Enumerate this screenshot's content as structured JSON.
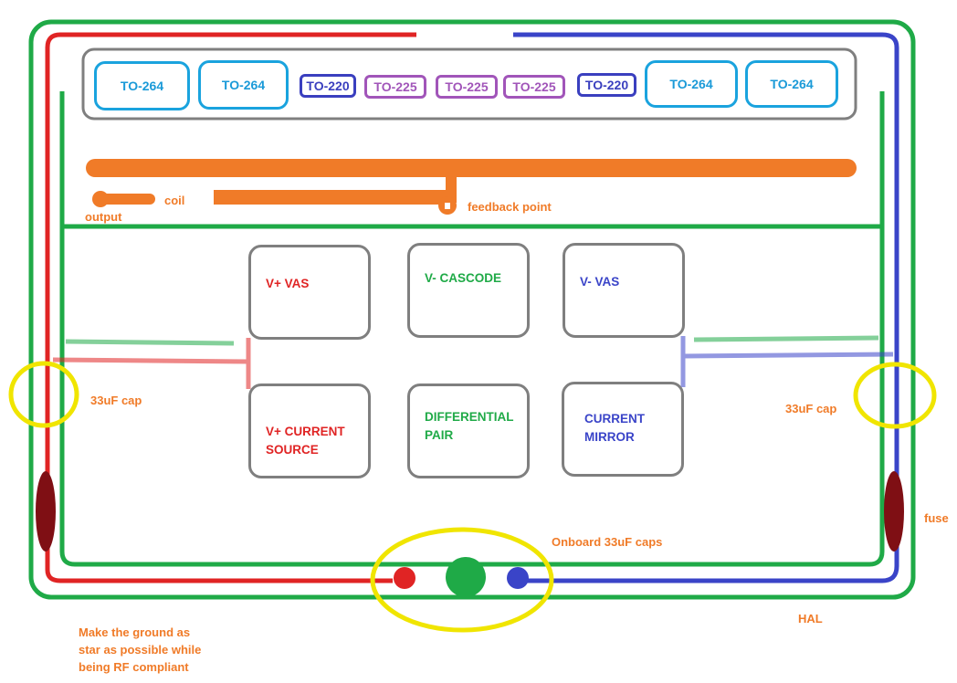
{
  "packages": {
    "p1": "TO-264",
    "p2": "TO-264",
    "p3": "TO-220",
    "p4": "TO-225",
    "p5": "TO-225",
    "p6": "TO-225",
    "p7": "TO-220",
    "p8": "TO-264",
    "p9": "TO-264"
  },
  "blocks": {
    "vplus_vas": "V+ VAS",
    "vminus_cascode": "V- CASCODE",
    "vminus_vas": "V- VAS",
    "vplus_current_source": "V+ CURRENT\nSOURCE",
    "differential_pair": "DIFFERENTIAL\nPAIR",
    "current_mirror": "CURRENT\nMIRROR"
  },
  "labels": {
    "coil": "coil",
    "output": "output",
    "feedback_point": "feedback point",
    "cap_left": "33uF cap",
    "cap_right": "33uF cap",
    "fuse": "fuse",
    "onboard_caps": "Onboard 33uF caps",
    "hal": "HAL",
    "note": "Make the ground as\nstar as possible while\nbeing RF compliant"
  },
  "colors": {
    "ground": "#1faa47",
    "positive_rail": "#e02424",
    "negative_rail": "#3a44c8",
    "annotation": "#f07b28",
    "cap_marker": "#f0e500",
    "fuse": "#7f0f14",
    "outline": "#7f7f7f"
  }
}
